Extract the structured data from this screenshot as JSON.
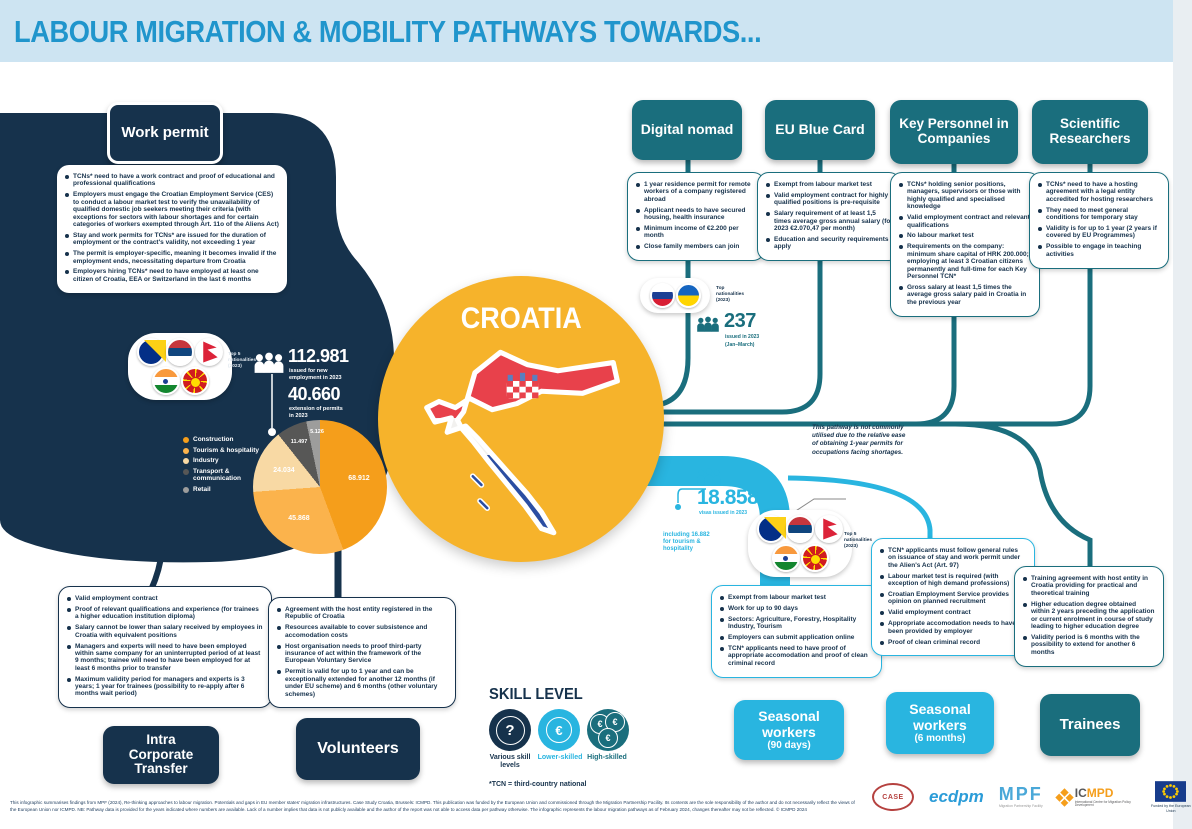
{
  "title": "LABOUR MIGRATION & MOBILITY PATHWAYS TOWARDS...",
  "center": {
    "country": "CROATIA"
  },
  "colors": {
    "navy": "#16324c",
    "teal": "#1a6e7d",
    "cyan": "#29b5e0",
    "yellow": "#f6b32b",
    "title_blue": "#2095cc"
  },
  "work_permit": {
    "label": "Work permit",
    "bullets": [
      "TCNs* need to have a work contract and proof of educational and professional qualifications",
      "Employers must engage the Croatian Employment Service (CES) to conduct a labour market test to verify the unavailability of qualified domestic job seekers meeting their criteria (with exceptions for sectors with labour shortages and for certain categories of workers exempted through Art. 11o of the Aliens Act)",
      "Stay and work permits for TCNs* are issued for the duration of employment or the contract's validity, not exceeding 1 year",
      "The permit is employer-specific, meaning it becomes invalid if the employment ends, necessitating departure from Croatia",
      "Employers hiring TCNs* need to have employed at least one citizen of Croatia, EEA or Switzerland in the last 6 months"
    ],
    "top5_label": "Top 5 nationalities (2023)",
    "flags": [
      "bosnia",
      "serbia",
      "nepal",
      "india",
      "macedonia"
    ],
    "stat1_value": "112.981",
    "stat1_caption": "issued for new employment in 2023",
    "stat2_value": "40.660",
    "stat2_caption": "extension of permits in 2023"
  },
  "digital_nomad": {
    "label": "Digital nomad",
    "bullets": [
      "1 year residence permit for remote workers of a company registered abroad",
      "Applicant needs to have secured housing, health insurance",
      "Minimum income of €2.200 per month",
      "Close family members can join"
    ],
    "top_label": "Top nationalities (2023)",
    "flags": [
      "russia",
      "ukraine"
    ],
    "stat_value": "237",
    "stat_caption": "issued in 2023",
    "stat_sub": "(Jan–March)"
  },
  "eu_blue_card": {
    "label": "EU Blue Card",
    "bullets": [
      "Exempt from labour market test",
      "Valid employment contract for highly qualified positions is pre-requisite",
      "Salary requirement of at least 1,5 times average gross annual salary (for 2023 €2.070,47 per month)",
      "Education and security requirements apply"
    ]
  },
  "key_personnel": {
    "label": "Key Personnel in Companies",
    "bullets": [
      "TCNs* holding senior positions, managers, supervisors or those with highly qualified and specialised knowledge",
      "Valid employment contract and relevant qualifications",
      "No labour market test",
      "Requirements on the company: minimum share capital of HRK 200.000; employing at least 3 Croatian citizens permanently and full-time for each Key Personnel TCN*",
      "Gross salary at least 1,5 times the average gross salary paid in Croatia in the previous year"
    ]
  },
  "scientific_researchers": {
    "label": "Scientific Researchers",
    "bullets": [
      "TCNs* need to have a hosting agreement with a legal entity accredited for hosting researchers",
      "They need to meet general conditions for temporary stay",
      "Validity is for up to 1 year (2 years if covered by EU Programmes)",
      "Possible to engage in teaching activities"
    ]
  },
  "intra_corporate_transfer": {
    "label": "Intra Corporate Transfer",
    "bullets": [
      "Valid employment contract",
      "Proof of relevant qualifications and experience (for trainees a higher education institution diploma)",
      "Salary cannot be lower than salary received by employees in Croatia with equivalent positions",
      "Managers and experts will need to have been employed within same company for an uninterrupted period of at least 9 months; trainee will need to have been employed for at least 6 months prior to transfer",
      "Maximum validity period for managers and experts is 3 years; 1 year for trainees (possibility to re-apply after 6 months wait period)"
    ]
  },
  "volunteers": {
    "label": "Volunteers",
    "bullets": [
      "Agreement with the host entity registered in the Republic of Croatia",
      "Resources available to cover subsistence and accomodation costs",
      "Host organisation needs to proof third-party insurance of act within the framework of the European Voluntary Service",
      "Permit is valid for up to 1 year and can be exceptionally extended for another 12 months (if under EU scheme) and 6 months (other voluntary schemes)"
    ]
  },
  "seasonal_90": {
    "label": "Seasonal workers",
    "label_sub": "(90 days)",
    "bullets": [
      "Exempt from labour market test",
      "Work for up to 90 days",
      "Sectors: Agriculture, Forestry, Hospitality Industry, Tourism",
      "Employers can submit application online",
      "TCN* applicants need to have proof of appropriate accomodation and proof of clean criminal record"
    ]
  },
  "seasonal_6m": {
    "label": "Seasonal workers",
    "label_sub": "(6 months)",
    "bullets": [
      "TCN* applicants must follow general rules on issuance of stay and work permit under the Alien's Act (Art. 97)",
      "Labour market test is required (with exception of high demand professions)",
      "Croatian Employment Service provides opinion on planned recruitment",
      "Valid employment contract",
      "Appropriate accomodation needs to have been provided by employer",
      "Proof of clean criminal record"
    ]
  },
  "trainees": {
    "label": "Trainees",
    "bullets": [
      "Training agreement with host entity in Croatia providing for practical and theoretical training",
      "Higher education degree obtained within 2 years preceding the application or current enrolment in course of study leading to higher education degree",
      "Validity period is 6 months with the possibility to extend for another 6 months"
    ]
  },
  "seasonal_stats": {
    "value": "18.858",
    "caption": "visas issued in 2023",
    "including": "including 16.882 for tourism & hospitality",
    "top5_label": "Top 5 nationalities (2023)",
    "flags": [
      "bosnia",
      "serbia",
      "nepal",
      "india",
      "macedonia"
    ]
  },
  "note": "This pathway is not commonly utilised due to the relative ease of obtaining 1-year permits for occupations facing shortages.",
  "chart_data": {
    "type": "pie",
    "categories": [
      "Construction",
      "Tourism & hospitality",
      "Industry",
      "Transport & communication",
      "Retail"
    ],
    "values": [
      68912,
      45868,
      24034,
      11497,
      5126
    ],
    "display_values": [
      "68.912",
      "45.868",
      "24.034",
      "11.497",
      "5.126"
    ],
    "colors": [
      "#f59e1b",
      "#fbb34c",
      "#f8d9a4",
      "#575756",
      "#9d9d9c"
    ],
    "legend_position": "left"
  },
  "skill_level": {
    "title": "SKILL LEVEL",
    "various_label": "Various skill levels",
    "lower_label": "Lower-skilled",
    "high_label": "High-skilled"
  },
  "tcn_footnote": "*TCN = third-country national",
  "footer": "This infographic summarises findings from MPF (2024), Re-thinking approaches to labour migration. Potentials and gaps in EU member states' migration infrastructures. Case Study Croatia, Brussels: ICMPD. This publication was funded by the European Union and commissioned through the Migration Partnership Facility. Its contents are the sole responsibility of the author and do not necessarily reflect the views of the European Union nor ICMPD. NB: Pathway data is provided for the years indicated where numbers are available. Lack of a number implies that data is not publicly available and the author of the report was not able to access data per pathway otherwise. The infographic represents the labour migration pathways as of February 2024, changes thereafter may not be reflected. © ICMPD 2024",
  "logos": {
    "case": "CASE",
    "ecdpm": "ecdpm",
    "mpf": "MPF",
    "mpf_caption": "Migration Partnership Facility",
    "icmpd_ic": "IC",
    "icmpd_mpd": "MPD",
    "icmpd_caption": "International Centre for Migration Policy Development",
    "eu_caption": "Funded by the European Union"
  }
}
